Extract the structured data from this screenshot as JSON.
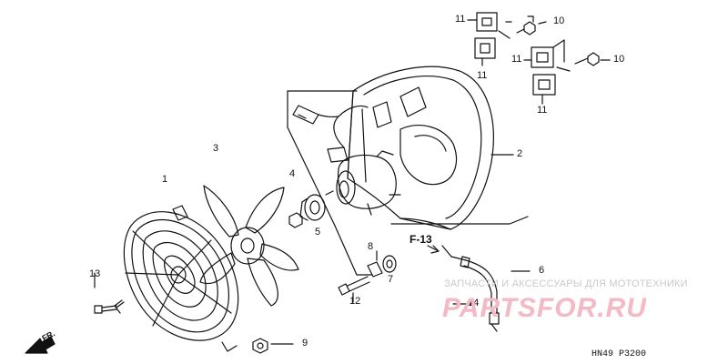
{
  "diagram": {
    "callouts": [
      "1",
      "2",
      "3",
      "4",
      "5",
      "6",
      "7",
      "8",
      "9",
      "10",
      "10",
      "11",
      "11",
      "11",
      "11",
      "12",
      "13",
      "14"
    ],
    "reference": "F-13",
    "fr_label": "FR.",
    "code": "HN49 P3200",
    "watermark": {
      "line1": "ЗАПЧАСТИ И АКСЕССУАРЫ ДЛЯ МОТОТЕХНИКИ",
      "line2": "PARTSFOR.RU",
      "color": "#f3b9c4"
    },
    "icons": [
      "fr-arrow-icon"
    ]
  }
}
